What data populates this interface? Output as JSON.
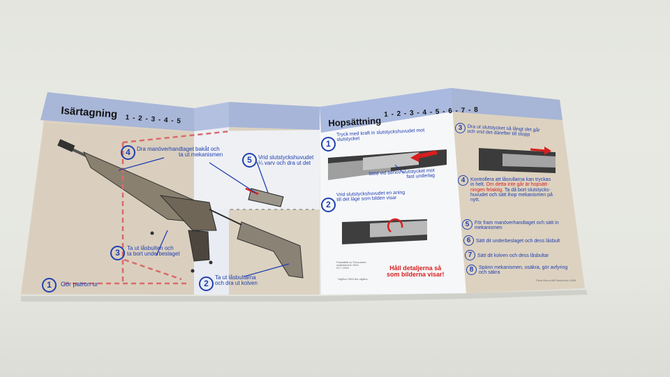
{
  "panel1": {
    "title": "Isärtagning",
    "steps_header": "1 - 2 - 3 - 4 - 5",
    "step1_num": "1",
    "step1": "Gör patron ur",
    "step2_num": "2",
    "step2_line1": "Ta ut låsbultarna",
    "step2_line2": "och dra ut kolven",
    "step3_num": "3",
    "step3_line1": "Ta ut låsbulten och",
    "step3_line2": "ta bort underbeslaget",
    "step4_num": "4",
    "step4_line1": "Dra manöverhandtaget bakåt och",
    "step4_line2": "ta ut mekanismen",
    "step5_num": "5",
    "step5_line1": "Vrid slutstyckshuvudet",
    "step5_line2": "¼ varv och dra ut det"
  },
  "panel2": {
    "title": "Hopsättning",
    "steps_header": "1 - 2 - 3 - 4 - 5 - 6 - 7 - 8",
    "step1_num": "1",
    "step1_line1": "Tryck med kraft in slutstyckshuvudet mot",
    "step1_line2": "slutstycket",
    "support_line1": "Stöd vid behov slutstycket mot",
    "support_line2": "fast underlag",
    "step2_num": "2",
    "step2_line1": "Vrid slutstyckshuvudet en aning",
    "step2_line2": "till det läge som bilden visar",
    "warning_line1": "Håll detaljerna så",
    "warning_line2": "som bilderna visar!",
    "imprint_line1": "Fastställd av Försvarets",
    "imprint_line2": "materielverk 1964",
    "imprint_line3": "20.7.1964",
    "edition": "Utgåva 1964 års utgåva"
  },
  "panel3": {
    "step3_num": "3",
    "step3_line1": "Dra ut slutstycket så långt det går",
    "step3_line2": "och vrid det därefter till stopp",
    "step4_num": "4",
    "step4_line1": "Kontrollera att låsrullarna kan tryckas",
    "step4_line2": "in helt.",
    "step4_warning1": "Om detta inte går är hopsätt-",
    "step4_warning2": "ningen felaktig.",
    "step4_line3": "Ta då bort slutstycks-",
    "step4_line4": "huvudet och sätt ihop mekanismen på",
    "step4_line5": "nytt.",
    "step5_num": "5",
    "step5_line1": "För fram manöverhandtaget och sätt in",
    "step5_line2": "mekanismen",
    "step6_num": "6",
    "step6": "Sätt dit underbeslaget och dess låsbult",
    "step7_num": "7",
    "step7": "Sätt dit kolven och dess låsbultar",
    "step8_num": "8",
    "step8_line1": "Spänn mekanismen, osäkra, gör avfyring",
    "step8_line2": "och säkra",
    "footer": "Flera Demo AB  Stockholm 1965"
  },
  "colors": {
    "header_blue": "#a8b8dc",
    "text_blue": "#1f3fb0",
    "warning_red": "#d81e1e",
    "paper_beige": "#ddd3c3",
    "paper_white": "#f6f7f9",
    "table_background": "#e6e7e1"
  }
}
